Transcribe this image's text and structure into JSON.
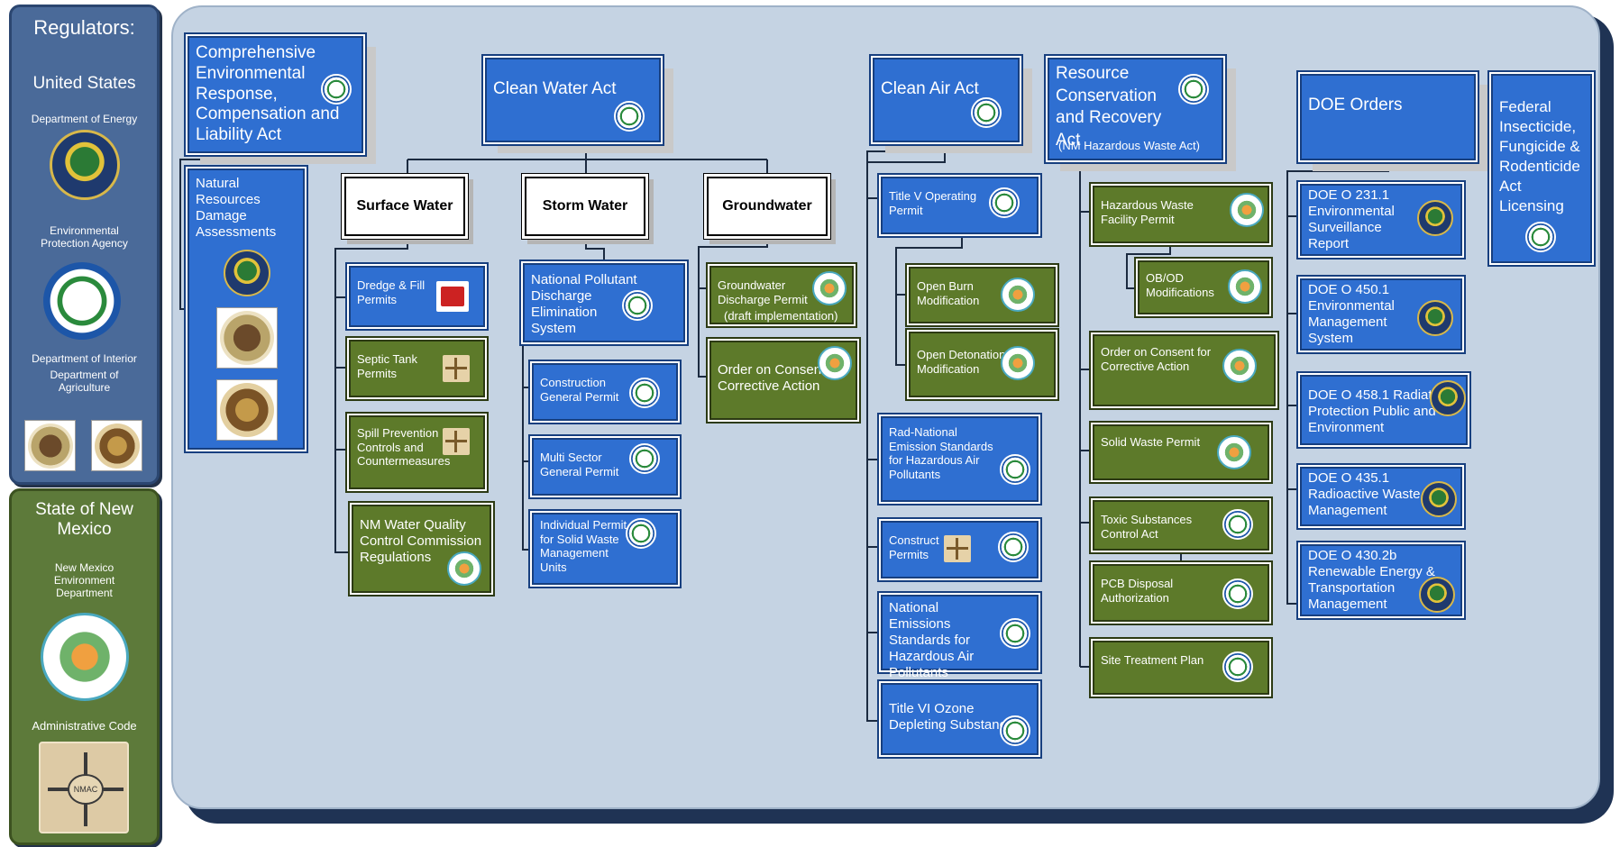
{
  "sidebar": {
    "title": "Regulators:",
    "us": {
      "heading": "United States",
      "doe": "Department of Energy",
      "epa": "Environmental Protection Agency",
      "interior": "Department of Interior",
      "agriculture": "Department of Agriculture"
    },
    "nm": {
      "heading": "State of New Mexico",
      "nmed": "New Mexico Environment Department",
      "admin": "Administrative Code",
      "nmac": "NMAC"
    }
  },
  "cercla": {
    "title": "Comprehensive Environmental Response, Compensation and Liability Act",
    "nrda": "Natural Resources Damage Assessments"
  },
  "cwa": {
    "title": "Clean Water Act",
    "surface": "Surface Water",
    "storm": "Storm Water",
    "ground": "Groundwater",
    "dredge": "Dredge & Fill Permits",
    "septic": "Septic Tank Permits",
    "spill": "Spill Prevention Controls and Countermeasures",
    "nmwq": "NM Water Quality Control Commission Regulations",
    "npdes": "National Pollutant Discharge Elimination System",
    "cgp": "Construction General Permit",
    "msgp": "Multi Sector General Permit",
    "swmu": "Individual Permit for Solid Waste Management Units",
    "gwdp": "Groundwater Discharge Permit",
    "gwdp_sub": "(draft implementation)",
    "consent": "Order on Consent for Corrective Action"
  },
  "caa": {
    "title": "Clean Air Act",
    "titlev": "Title V Operating Permit",
    "burn": "Open Burn Modification",
    "detonation": "Open Detonation Modification",
    "radneshap": "Rad-National Emission Standards for Hazardous Air Pollutants",
    "construct": "Construct Permits",
    "neshap": "National Emissions Standards for Hazardous Air Pollutants",
    "titlevi": "Title VI Ozone Depleting Substances"
  },
  "rcra": {
    "title": "Resource Conservation and Recovery Act",
    "sub": "(NM Hazardous Waste Act)",
    "hwfp": "Hazardous Waste Facility Permit",
    "obod": "OB/OD Modifications",
    "consent": "Order on Consent for Corrective Action",
    "solid": "Solid Waste Permit",
    "tsca": "Toxic Substances Control Act",
    "pcb": "PCB Disposal Authorization",
    "site": "Site Treatment Plan"
  },
  "doe": {
    "title": "DOE Orders",
    "o2311": "DOE O 231.1 Environmental Surveillance Report",
    "o4501": "DOE O 450.1 Environmental Management System",
    "o4581": "DOE O 458.1 Radiation Protection Public and Environment",
    "o4351": "DOE O 435.1 Radioactive Waste Management",
    "o4302b": "DOE O 430.2b Renewable Energy & Transportation Management"
  },
  "fifra": {
    "title": "Federal Insecticide, Fungicide & Rodenticide Act Licensing"
  },
  "colors": {
    "federal": "#2f6fd1",
    "state": "#5d7a2a",
    "panel": "#c5d3e3"
  }
}
